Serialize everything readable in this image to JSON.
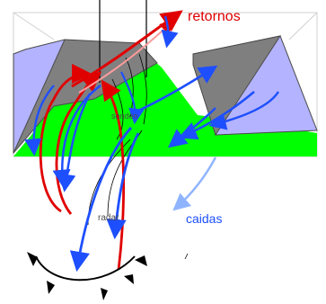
{
  "labels": {
    "retornos": "retornos",
    "sondeo": "sondeo",
    "caidas": "caidas",
    "radar": "radar"
  },
  "colors": {
    "background": "#ffffff",
    "ground": "#00ff00",
    "left_hill_light": "#b3b3ff",
    "left_hill_dark": "#808080",
    "right_hill_light": "#b3b3ff",
    "right_hill_dark": "#7f7f7f",
    "retornos": "#e00000",
    "caidas": "#1e4fff",
    "radar_outline": "#000000"
  },
  "icons": [
    "vertical-line-icon",
    "red-return-arrow-icon",
    "blue-fall-arrow-icon",
    "radar-spike-icon"
  ]
}
